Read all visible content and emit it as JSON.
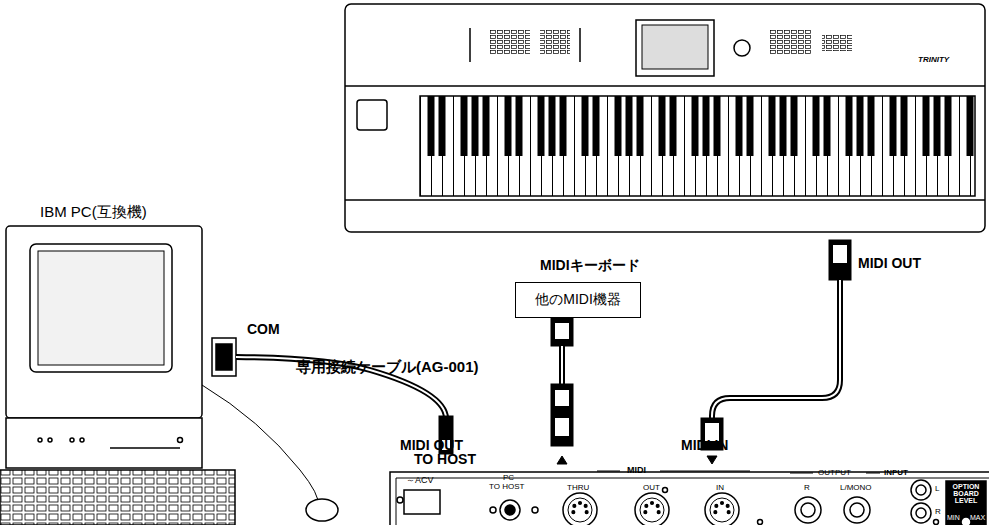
{
  "diagram": {
    "nodes": [
      {
        "text": [
          "他のMIDI機器"
        ]
      }
    ],
    "labels": [
      "IBM PC(互換機)",
      "COM",
      "専用接続ケーブル(AG-001)",
      "MIDIキーボード",
      "MIDI OUT",
      "MIDI OUT",
      "MIDI IN",
      "TO HOST",
      "～ACV",
      "PC",
      "TO HOST",
      "MIDI",
      "THRU",
      "OUT",
      "IN",
      "OUTPUT",
      "R",
      "L/MONO",
      "INPUT",
      "L",
      "R",
      "OPTION BOARD LEVEL",
      "MIN",
      "MAX",
      "TRINITY"
    ]
  }
}
